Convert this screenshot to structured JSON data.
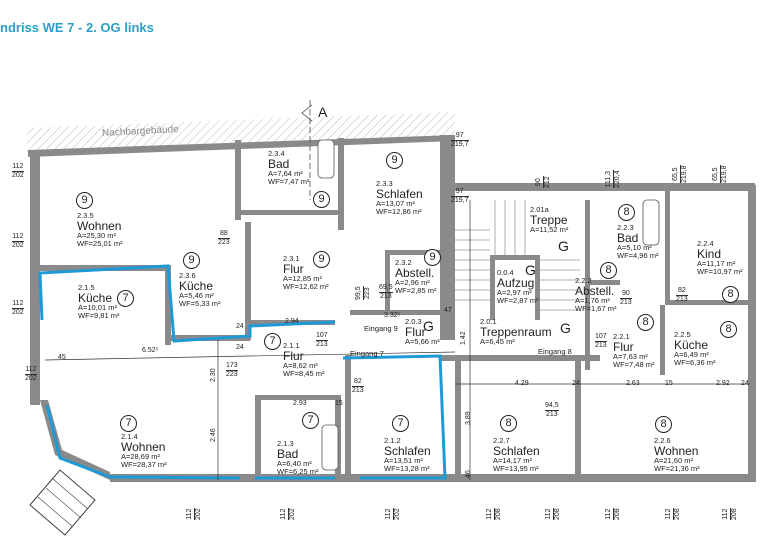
{
  "title": "ndriss WE 7 - 2. OG links",
  "neighbor_label": "Nachbargebäude",
  "section_marker": "A",
  "accent_color": "#1e9ad6",
  "rooms": [
    {
      "id": "2.3.5",
      "name": "Wohnen",
      "area": "A=25,30 m²",
      "wf": "WF=25,01 m²",
      "unit": "9"
    },
    {
      "id": "2.3.4",
      "name": "Bad",
      "area": "A=7,64 m²",
      "wf": "WF=7,47 m²",
      "unit": "9"
    },
    {
      "id": "2.3.3",
      "name": "Schlafen",
      "area": "A=13,07 m²",
      "wf": "WF=12,86 m²",
      "unit": "9"
    },
    {
      "id": "2.3.6",
      "name": "Küche",
      "area": "A=5,46 m²",
      "wf": "WF=5,33 m²",
      "unit": "9"
    },
    {
      "id": "2.1.5",
      "name": "Küche",
      "area": "A=10,01 m²",
      "wf": "WF=9,81 m²",
      "unit": "7"
    },
    {
      "id": "2.3.1",
      "name": "Flur",
      "area": "A=12,85 m²",
      "wf": "WF=12,62 m²",
      "unit": "9"
    },
    {
      "id": "2.3.2",
      "name": "Abstell.",
      "area": "A=2,96 m²",
      "wf": "WF=2,85 m²",
      "unit": "9"
    },
    {
      "id": "2.0.3",
      "name": "Flur",
      "area": "A=5,66 m²",
      "wf": "",
      "unit": "G"
    },
    {
      "id": "2.1.1",
      "name": "Flur",
      "area": "A=8,62 m²",
      "wf": "WF=8,45 m²",
      "unit": "7"
    },
    {
      "id": "2.1.4",
      "name": "Wohnen",
      "area": "A=28,69 m²",
      "wf": "WF=28,37 m²",
      "unit": "7"
    },
    {
      "id": "2.1.3",
      "name": "Bad",
      "area": "A=6,40 m²",
      "wf": "WF=6,25 m²",
      "unit": "7"
    },
    {
      "id": "2.1.2",
      "name": "Schlafen",
      "area": "A=13,51 m²",
      "wf": "WF=13,28 m²",
      "unit": "7"
    },
    {
      "id": "2.2.7",
      "name": "Schlafen",
      "area": "A=14,17 m²",
      "wf": "WF=13,95 m²",
      "unit": "8"
    },
    {
      "id": "2.2.6",
      "name": "Wohnen",
      "area": "A=21,60 m²",
      "wf": "WF=21,36 m²",
      "unit": "8"
    },
    {
      "id": "2.01a",
      "name": "Treppe",
      "area": "A=11,52 m²",
      "wf": "",
      "unit": "G"
    },
    {
      "id": "0.0.4",
      "name": "Aufzug",
      "area": "A=2,97 m²",
      "wf": "WF=2,87 m²",
      "unit": "G"
    },
    {
      "id": "2.2.2",
      "name": "Abstell.",
      "area": "A=1,76 m²",
      "wf": "WF=1,67 m²",
      "unit": "8"
    },
    {
      "id": "2.0.1",
      "name": "Treppenraum",
      "area": "A=6,45 m²",
      "wf": "",
      "unit": "G"
    },
    {
      "id": "2.2.3",
      "name": "Bad",
      "area": "A=5,10 m²",
      "wf": "WF=4,96 m²",
      "unit": "8"
    },
    {
      "id": "2.2.4",
      "name": "Kind",
      "area": "A=11,17 m²",
      "wf": "WF=10,97 m²",
      "unit": "8"
    },
    {
      "id": "2.2.5",
      "name": "Küche",
      "area": "A=6,49 m²",
      "wf": "WF=6,36 m²",
      "unit": "8"
    },
    {
      "id": "2.2.1",
      "name": "Flur",
      "area": "A=7,63 m²",
      "wf": "WF=7,48 m²",
      "unit": "8"
    }
  ],
  "entrances": [
    "Eingang 9",
    "Eingang 7",
    "Eingang 8"
  ],
  "dimensions": [
    [
      "112",
      "202"
    ],
    [
      "112",
      "202"
    ],
    [
      "112",
      "202"
    ],
    [
      "112",
      "202"
    ],
    [
      "97",
      "219,7"
    ],
    [
      "97",
      "219,7"
    ],
    [
      "88",
      "223"
    ],
    [
      "6.52⁵"
    ],
    [
      "45"
    ],
    [
      "2.30"
    ],
    [
      "2.46"
    ],
    [
      "173",
      "223"
    ],
    [
      "24"
    ],
    [
      "24"
    ],
    [
      "2.94"
    ],
    [
      "107",
      "213"
    ],
    [
      "3.32⁵"
    ],
    [
      "47"
    ],
    [
      "82",
      "213"
    ],
    [
      "2.93"
    ],
    [
      "15"
    ],
    [
      "4.29"
    ],
    [
      "24"
    ],
    [
      "94,5",
      "213"
    ],
    [
      "2.63"
    ],
    [
      "15"
    ],
    [
      "2.92"
    ],
    [
      "24"
    ],
    [
      "3.89"
    ],
    [
      "46"
    ],
    [
      "1.42"
    ],
    [
      "90",
      "213"
    ],
    [
      "82",
      "213"
    ],
    [
      "107",
      "213"
    ],
    [
      "69,5",
      "213"
    ],
    [
      "99,5",
      "223"
    ],
    [
      "112",
      "202"
    ],
    [
      "112",
      "202"
    ],
    [
      "112",
      "202"
    ],
    [
      "112",
      "208"
    ],
    [
      "112",
      "208"
    ],
    [
      "112",
      "208"
    ],
    [
      "112",
      "208"
    ],
    [
      "112",
      "208"
    ],
    [
      "90",
      "212"
    ],
    [
      "111,3",
      "220,4"
    ],
    [
      "65,5",
      "219,8"
    ],
    [
      "65,5",
      "219,8"
    ]
  ]
}
